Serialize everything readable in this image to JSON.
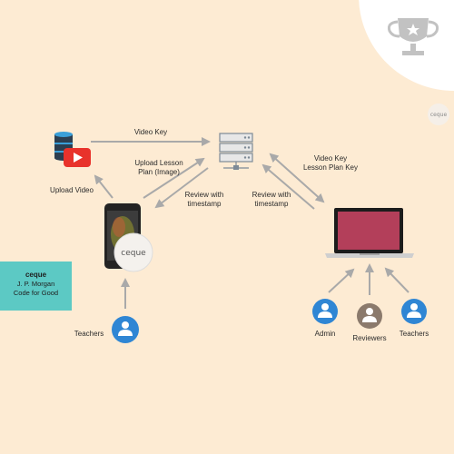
{
  "brand": {
    "logo_small": "ceque",
    "logo_on_phone": "ceque"
  },
  "card": {
    "title": "ceque",
    "line1": "J. P. Morgan",
    "line2": "Code for Good"
  },
  "icons": {
    "trophy": "trophy-icon",
    "database": "database-icon",
    "youtube": "youtube-icon",
    "server": "server-icon",
    "phone": "smartphone-icon",
    "laptop": "laptop-icon",
    "user": "user-icon"
  },
  "labels": {
    "video_key": "Video Key",
    "upload_lesson_1": "Upload Lesson",
    "upload_lesson_2": "Plan (Image)",
    "upload_video": "Upload Video",
    "review_left_1": "Review with",
    "review_left_2": "timestamp",
    "review_right_1": "Review with",
    "review_right_2": "timestamp",
    "vk_lp_1": "Video Key",
    "vk_lp_2": "Lesson Plan Key",
    "teachers_left": "Teachers",
    "admin": "Admin",
    "reviewers": "Reviewers",
    "teachers_right": "Teachers"
  },
  "colors": {
    "background": "#fdebd3",
    "arrow": "#a9a9a9",
    "card": "#5cc9c4",
    "user_blue": "#2f86d4",
    "reviewer_brown": "#8b7a6c",
    "youtube_red": "#e8322b",
    "laptop_screen": "#b33f5a",
    "trophy": "#c2c2c2"
  }
}
